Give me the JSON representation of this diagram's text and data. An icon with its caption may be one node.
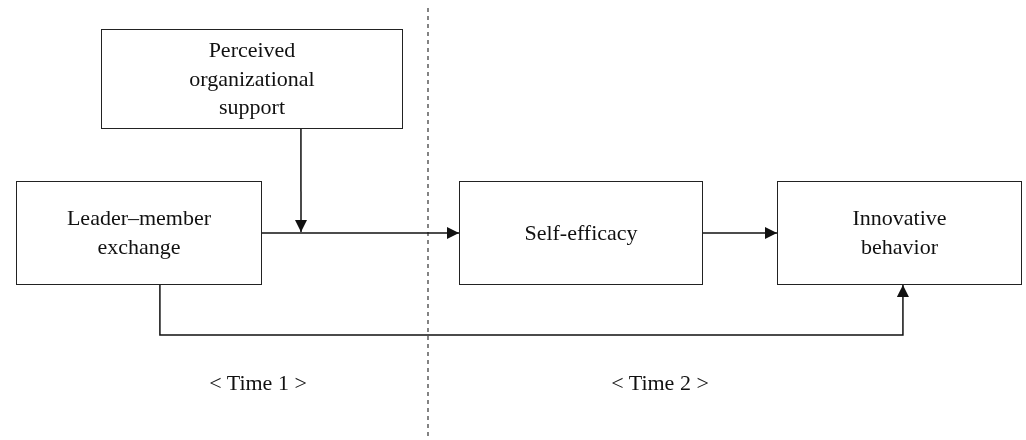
{
  "diagram": {
    "nodes": [
      {
        "text": [
          "Perceived organizational support"
        ]
      },
      {
        "text": [
          "Leader–member exchange"
        ]
      },
      {
        "text": [
          "Self-efficacy"
        ]
      },
      {
        "text": [
          "Innovative behavior"
        ]
      }
    ],
    "edges": [
      {
        "from": 1,
        "to": 2,
        "arrow": "to"
      },
      {
        "from": 0,
        "to": null,
        "arrow": "to"
      },
      {
        "from": 2,
        "to": 3,
        "arrow": "to"
      },
      {
        "from": 1,
        "to": 3,
        "arrow": "to"
      }
    ],
    "labels": [
      "< Time 1 >",
      "< Time 2 >"
    ]
  }
}
